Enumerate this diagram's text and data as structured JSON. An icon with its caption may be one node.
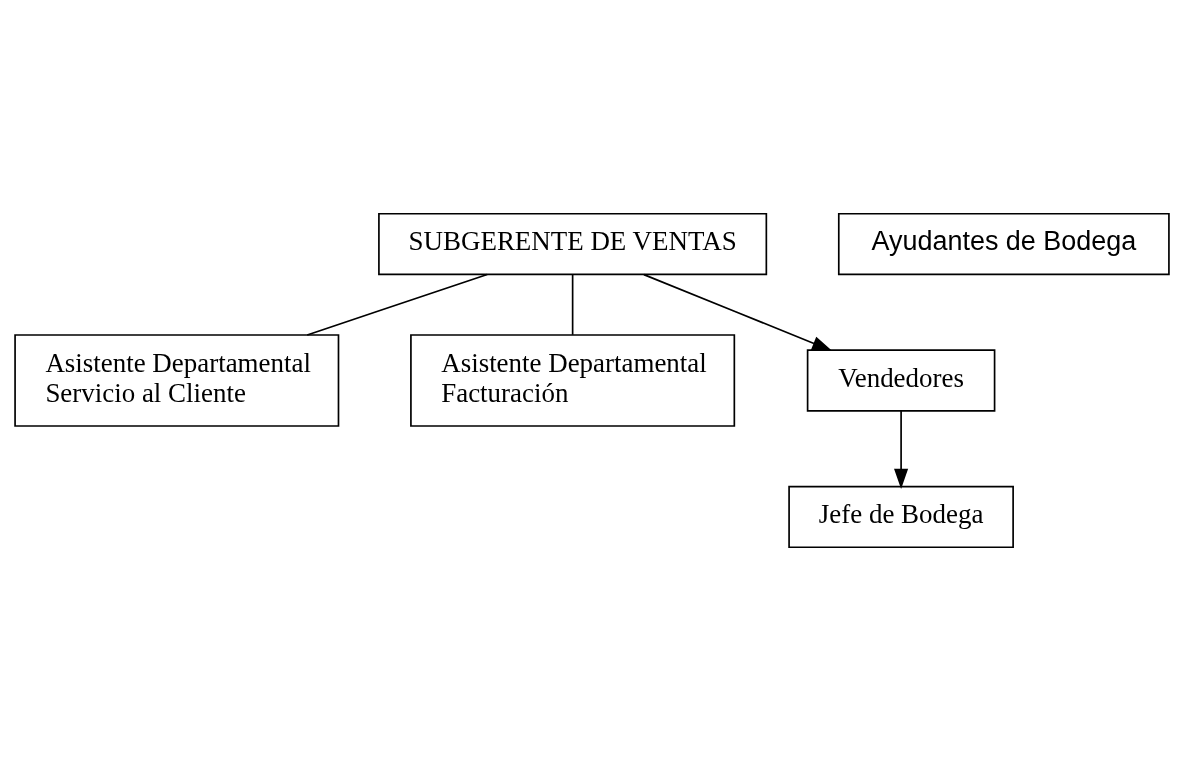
{
  "diagram": {
    "nodes": [
      {
        "text": [
          "SUBGERENTE DE VENTAS"
        ]
      },
      {
        "text": [
          "Asistente Departamental Servicio al Cliente"
        ]
      },
      {
        "text": [
          "Asistente Departamental Facturación"
        ]
      },
      {
        "text": [
          "Vendedores"
        ]
      },
      {
        "text": [
          "Jefe de Bodega"
        ]
      },
      {
        "text": [
          "Ayudantes de Bodega"
        ]
      }
    ],
    "edges": [
      {
        "from": 0,
        "to": 3,
        "arrow": "to"
      },
      {
        "from": 0,
        "to": 1,
        "arrow": "none"
      },
      {
        "from": 0,
        "to": 2,
        "arrow": "none"
      },
      {
        "from": 3,
        "to": 4,
        "arrow": "to"
      }
    ]
  }
}
